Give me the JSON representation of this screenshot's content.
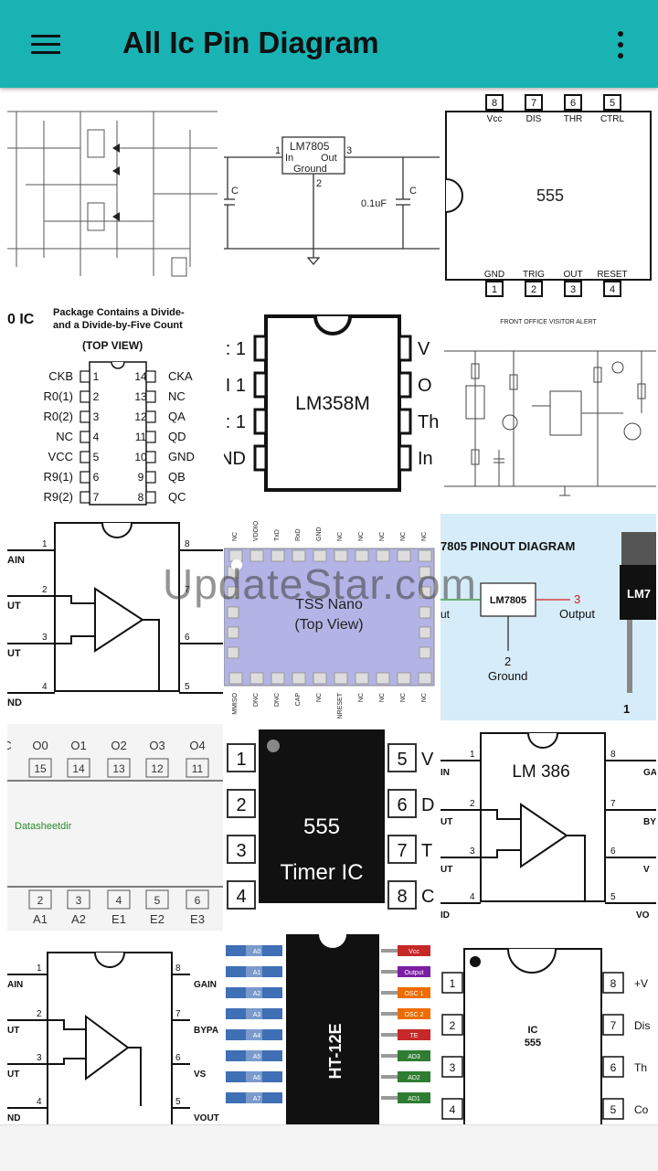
{
  "appbar": {
    "title": "All Ic Pin Diagram",
    "color": "#1ab3b4"
  },
  "watermark": "UpdateStar.com",
  "tiles": {
    "t2": {
      "chip": "LM7805",
      "pin_in": "In",
      "pin_out": "Out",
      "ground": "Ground",
      "p1": "1",
      "p2": "2",
      "p3": "3",
      "c_left": "C",
      "c_right": "C",
      "cap_value": "0.1uF"
    },
    "t3": {
      "name": "555",
      "top_pins": [
        "8",
        "7",
        "6",
        "5"
      ],
      "top_labels": [
        "Vcc",
        "DIS",
        "THR",
        "CTRL"
      ],
      "bottom_pins": [
        "1",
        "2",
        "3",
        "4"
      ],
      "bottom_labels": [
        "GND",
        "TRIG",
        "OUT",
        "RESET"
      ]
    },
    "t4": {
      "line1": "0 IC",
      "line1b": "Package Contains a Divide-",
      "line2": "and a Divide-by-Five Count",
      "view": "(TOP VIEW)",
      "left_labels": [
        "CKB",
        "R0(1)",
        "R0(2)",
        "NC",
        "VCC",
        "R9(1)",
        "R9(2)"
      ],
      "left_nums": [
        "1",
        "2",
        "3",
        "4",
        "5",
        "6",
        "7"
      ],
      "right_nums": [
        "14",
        "13",
        "12",
        "11",
        "10",
        "9",
        "8"
      ],
      "right_labels": [
        "CKA",
        "NC",
        "QA",
        "QD",
        "GND",
        "QB",
        "QC"
      ]
    },
    "t5": {
      "chip": "LM358M",
      "left_labels": [
        ": 1",
        "I 1",
        ": 1",
        "ND"
      ],
      "right_labels": [
        "V",
        "O",
        "Th",
        "In"
      ]
    },
    "t6": {
      "title": "FRONT OFFICE VISITOR ALERT"
    },
    "t7": {
      "left_labels": [
        "AIN",
        "UT",
        "UT",
        "ND"
      ],
      "left_nums": [
        "1",
        "2",
        "3",
        "4"
      ],
      "right_nums": [
        "8",
        "7",
        "6",
        "5"
      ]
    },
    "t8": {
      "title1": "TSS Nano",
      "title2": "(Top View)",
      "top_pins": [
        "NC",
        "VDDIO",
        "TxD",
        "RxD",
        "GND",
        "NC",
        "NC",
        "NC",
        "NC",
        "NC"
      ],
      "bottom_pins": [
        "MMISO",
        "DNC",
        "DNC",
        "CAP",
        "NC",
        "NRESET",
        "NC",
        "NC",
        "NC",
        "NC"
      ]
    },
    "t9": {
      "title": "7805 PINOUT DIAGRAM",
      "chip": "LM7805",
      "chip_right": "LM7",
      "in_label": "ut",
      "out_num": "3",
      "out_label": "Output",
      "gnd_num": "2",
      "gnd_label": "Ground",
      "pin1": "1"
    },
    "t10": {
      "top_labels": [
        "C",
        "O0",
        "O1",
        "O2",
        "O3",
        "O4"
      ],
      "top_nums": [
        "15",
        "14",
        "13",
        "12",
        "11"
      ],
      "mid": "Datasheetdir",
      "bottom_nums": [
        "2",
        "3",
        "4",
        "5",
        "6"
      ],
      "bottom_labels": [
        "A1",
        "A2",
        "E1",
        "E2",
        "E3"
      ]
    },
    "t11": {
      "line1": "555",
      "line2": "Timer IC",
      "left_nums": [
        "1",
        "2",
        "3",
        "4"
      ],
      "right_nums": [
        "5",
        "6",
        "7",
        "8"
      ],
      "right_labels": [
        "V",
        "D",
        "T",
        "C"
      ]
    },
    "t12": {
      "chip": "LM 386",
      "left_labels": [
        "IN",
        "UT",
        "UT",
        "ID"
      ],
      "left_nums": [
        "1",
        "2",
        "3",
        "4"
      ],
      "right_nums": [
        "8",
        "7",
        "6",
        "5"
      ],
      "right_labels": [
        "GA",
        "BY",
        "V",
        "VO"
      ]
    },
    "t13": {
      "left_labels": [
        "AIN",
        "UT",
        "UT",
        "ND"
      ],
      "left_nums": [
        "1",
        "2",
        "3",
        "4"
      ],
      "right_nums": [
        "8",
        "7",
        "6",
        "5"
      ],
      "right_labels": [
        "GAIN",
        "BYPA",
        "VS",
        "VOUT"
      ]
    },
    "t14": {
      "chip": "HT-12E",
      "left_pins": [
        "A0",
        "A1",
        "A2",
        "A3",
        "A4",
        "A5",
        "A6",
        "A7"
      ],
      "right_pins": [
        "Vcc",
        "Output",
        "OSC 1",
        "OSC 2",
        "TE",
        "AD3",
        "AD2",
        "AD1"
      ]
    },
    "t15": {
      "chip1": "IC",
      "chip2": "555",
      "left_nums": [
        "1",
        "2",
        "3",
        "4"
      ],
      "right_nums": [
        "8",
        "7",
        "6",
        "5"
      ],
      "right_labels": [
        "+V",
        "Dis",
        "Th",
        "Co"
      ]
    }
  }
}
